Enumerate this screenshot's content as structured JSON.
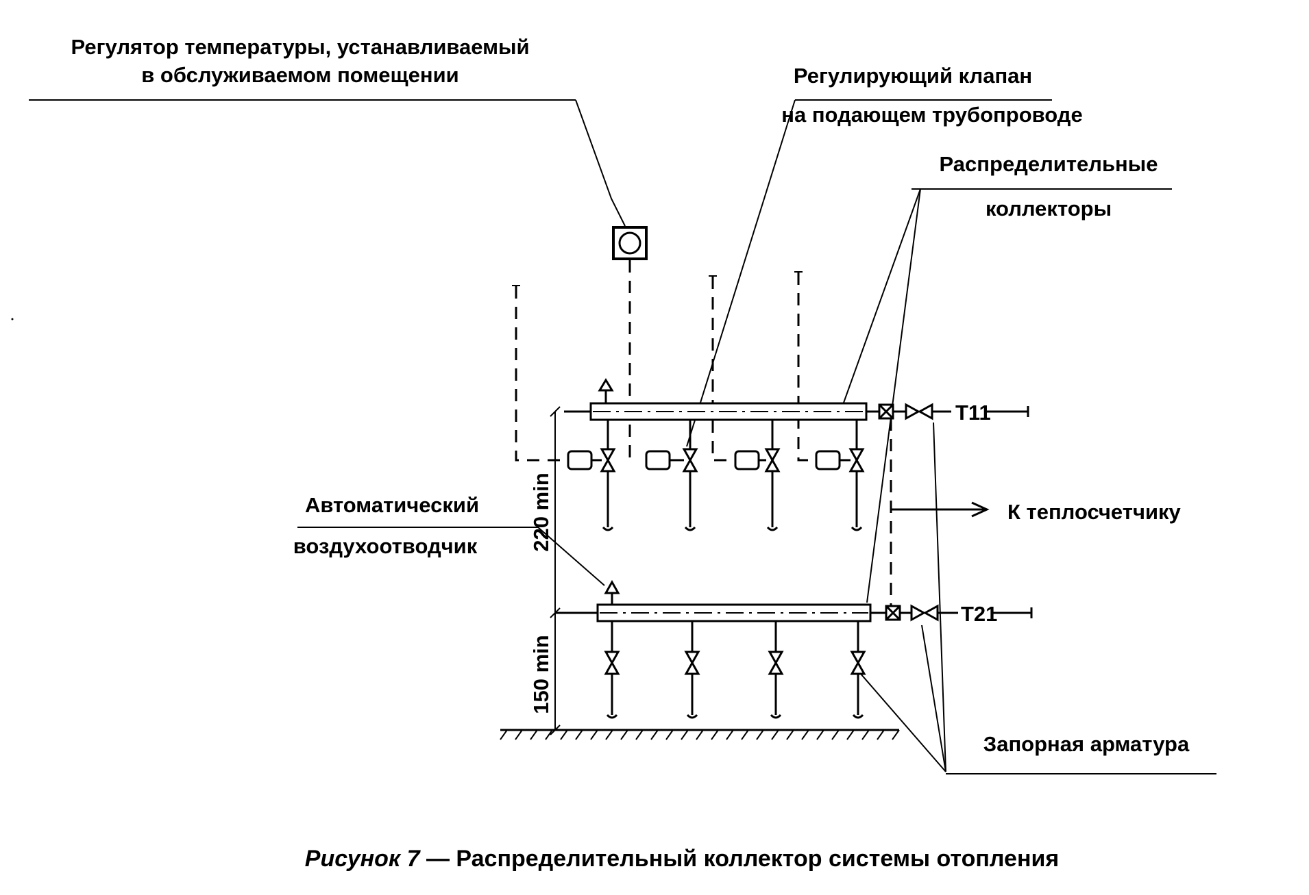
{
  "labels": {
    "regulator_line1": "Регулятор температуры, устанавливаемый",
    "regulator_line2": "в обслуживаемом помещении",
    "valve_line1": "Регулирующий клапан",
    "valve_line2": "на подающем трубопроводе",
    "collectors_line1": "Распределительные",
    "collectors_line2": "коллекторы",
    "air_vent_line1": "Автоматический",
    "air_vent_line2": "воздухоотводчик",
    "heat_meter": "К теплосчетчику",
    "shutoff": "Запорная арматура",
    "supply_pipe": "Т11",
    "return_pipe": "Т21",
    "dim_upper": "220 min",
    "dim_lower": "150 min"
  },
  "caption": {
    "figure": "Рисунок 7",
    "text": "— Распределительный коллектор системы отопления"
  }
}
